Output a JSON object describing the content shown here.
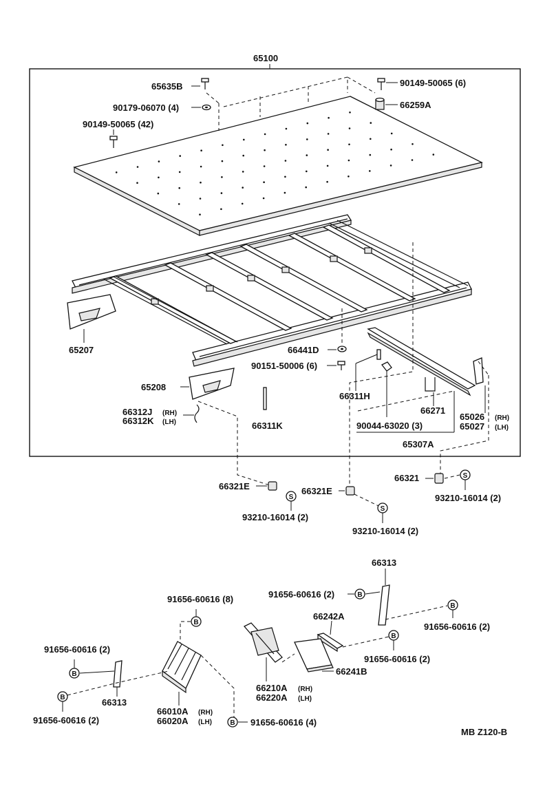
{
  "diagram": {
    "main_assembly": "65100",
    "footer_code": "MB  Z120-B",
    "labels": {
      "p65635B": "65635B",
      "p90149_50065_6": "90149-50065 (6)",
      "p90179_06070": "90179-06070 (4)",
      "p66259A": "66259A",
      "p90149_50065_42": "90149-50065 (42)",
      "p65207": "65207",
      "p66441D": "66441D",
      "p90151_50006": "90151-50006 (6)",
      "p65208": "65208",
      "p66312J": "66312J",
      "p66312J_side": "(RH)",
      "p66312K": "66312K",
      "p66312K_side": "(LH)",
      "p66311K": "66311K",
      "p66311H": "66311H",
      "p66271": "66271",
      "p90044_63020": "90044-63020 (3)",
      "p65026": "65026",
      "p65026_side": "(RH)",
      "p65027": "65027",
      "p65027_side": "(LH)",
      "p65307A": "65307A",
      "p66321E_a": "66321E",
      "p66321E_b": "66321E",
      "p66321": "66321",
      "p93210_a": "93210-16014 (2)",
      "p93210_b": "93210-16014 (2)",
      "p93210_c": "93210-16014 (2)",
      "p66313_top": "66313",
      "p91656_2_a": "91656-60616 (2)",
      "p66242A": "66242A",
      "p91656_2_b": "91656-60616 (2)",
      "p91656_2_c": "91656-60616 (2)",
      "p66241B": "66241B",
      "p91656_8": "91656-60616 (8)",
      "p91656_2_d": "91656-60616 (2)",
      "p66313_bot": "66313",
      "p91656_2_e": "91656-60616 (2)",
      "p66210A": "66210A",
      "p66210A_side": "(RH)",
      "p66220A": "66220A",
      "p66220A_side": "(LH)",
      "p66010A": "66010A",
      "p66010A_side": "(RH)",
      "p66020A": "66020A",
      "p66020A_side": "(LH)",
      "p91656_4": "91656-60616 (4)"
    },
    "symbols": {
      "S": "S",
      "B": "B"
    }
  }
}
